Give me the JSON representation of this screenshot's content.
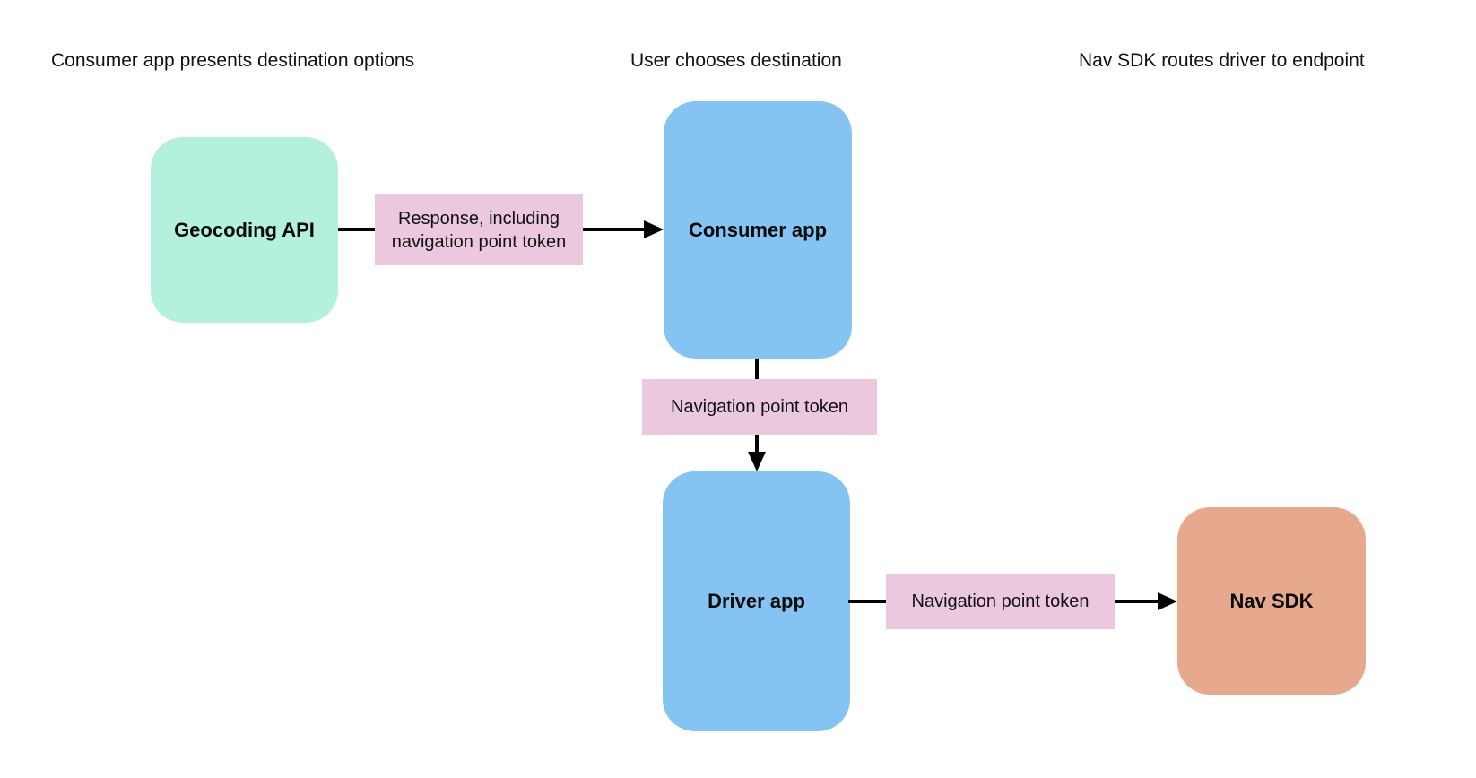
{
  "page": {
    "background": "#ffffff",
    "text_color": "#111111",
    "line_color": "#000000"
  },
  "diagram": {
    "headers": [
      {
        "label": "Consumer app presents destination options"
      },
      {
        "label": "User chooses destination"
      },
      {
        "label": "Nav SDK routes driver to endpoint"
      }
    ],
    "nodes": [
      {
        "id": "geocoding-api",
        "label": "Geocoding API",
        "fill": "#b3f0de"
      },
      {
        "id": "consumer-app",
        "label": "Consumer app",
        "fill": "#84c3f2"
      },
      {
        "id": "driver-app",
        "label": "Driver app",
        "fill": "#84c3f2"
      },
      {
        "id": "nav-sdk",
        "label": "Nav SDK",
        "fill": "#e7a98e"
      }
    ],
    "edges": [
      {
        "from": "geocoding-api",
        "to": "consumer-app",
        "direction": "right",
        "label": "Response, including navigation point token",
        "label_fill": "#ecc8de"
      },
      {
        "from": "consumer-app",
        "to": "driver-app",
        "direction": "down",
        "label": "Navigation point token",
        "label_fill": "#ecc8de"
      },
      {
        "from": "driver-app",
        "to": "nav-sdk",
        "direction": "right",
        "label": "Navigation point token",
        "label_fill": "#ecc8de"
      }
    ]
  }
}
